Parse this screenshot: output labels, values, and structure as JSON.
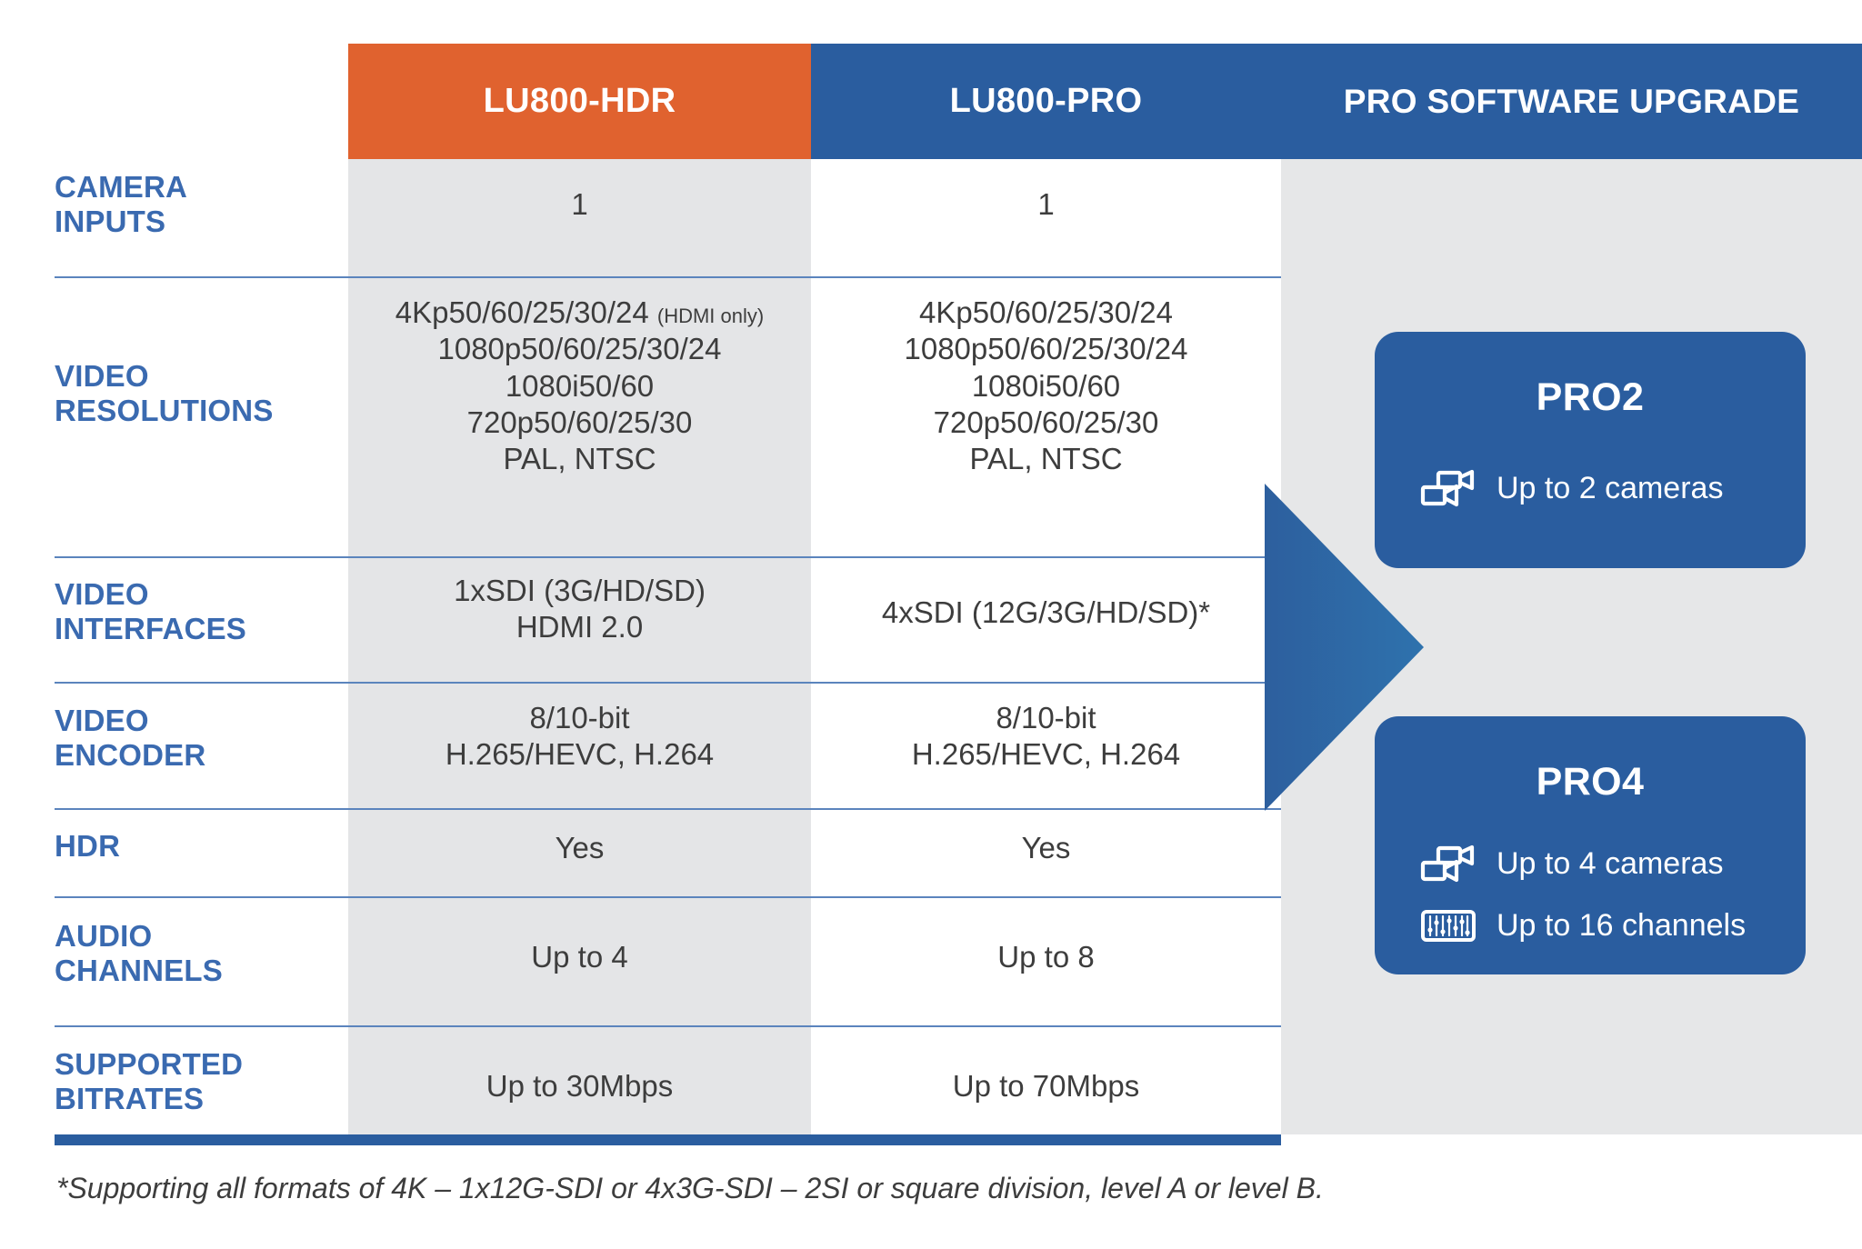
{
  "colors": {
    "hdr_orange": "#e0622f",
    "pro_blue": "#2a5d9f",
    "label_blue": "#3a6ab0",
    "rule_blue": "#5b84bd",
    "panel_gray": "#e6e7e8",
    "column_shade": "#e4e5e7",
    "text_gray": "#3d3d3d"
  },
  "header": {
    "col_hdr": "LU800-HDR",
    "col_pro": "LU800-PRO",
    "col_upgrade": "PRO SOFTWARE UPGRADE"
  },
  "rows": [
    {
      "label_line1": "CAMERA",
      "label_line2": "INPUTS",
      "hdr": [
        "1"
      ],
      "pro": [
        "1"
      ]
    },
    {
      "label_line1": "VIDEO",
      "label_line2": "RESOLUTIONS",
      "hdr": [
        "4Kp50/60/25/30/24",
        "1080p50/60/25/30/24",
        "1080i50/60",
        "720p50/60/25/30",
        "PAL, NTSC"
      ],
      "hdr_note": "(HDMI only)",
      "pro": [
        "4Kp50/60/25/30/24",
        "1080p50/60/25/30/24",
        "1080i50/60",
        "720p50/60/25/30",
        "PAL, NTSC"
      ]
    },
    {
      "label_line1": "VIDEO",
      "label_line2": "INTERFACES",
      "hdr": [
        "1xSDI (3G/HD/SD)",
        "HDMI 2.0"
      ],
      "pro": [
        "4xSDI (12G/3G/HD/SD)*"
      ]
    },
    {
      "label_line1": "VIDEO",
      "label_line2": "ENCODER",
      "hdr": [
        "8/10-bit",
        "H.265/HEVC, H.264"
      ],
      "pro": [
        "8/10-bit",
        "H.265/HEVC, H.264"
      ]
    },
    {
      "label_line1": "HDR",
      "label_line2": "",
      "hdr": [
        "Yes"
      ],
      "pro": [
        "Yes"
      ]
    },
    {
      "label_line1": "AUDIO",
      "label_line2": "CHANNELS",
      "hdr": [
        "Up to 4"
      ],
      "pro": [
        "Up to 8"
      ]
    },
    {
      "label_line1": "SUPPORTED",
      "label_line2": "BITRATES",
      "hdr": [
        "Up to 30Mbps"
      ],
      "pro": [
        "Up to 70Mbps"
      ]
    }
  ],
  "upgrade_cards": [
    {
      "title": "PRO2",
      "features": [
        {
          "icon": "dual-camera-icon",
          "text": "Up to 2 cameras"
        }
      ]
    },
    {
      "title": "PRO4",
      "features": [
        {
          "icon": "dual-camera-icon",
          "text": "Up to 4 cameras"
        },
        {
          "icon": "audio-mixer-icon",
          "text": "Up to 16 channels"
        }
      ]
    }
  ],
  "footnote": "*Supporting all formats of 4K – 1x12G-SDI or 4x3G-SDI – 2SI or square division, level A or level B."
}
